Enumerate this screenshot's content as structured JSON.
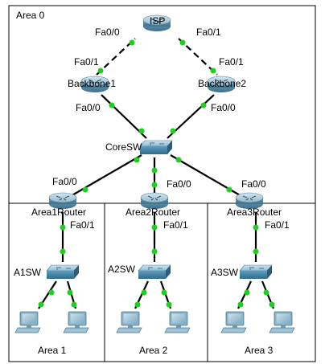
{
  "areas": {
    "area0": "Area 0",
    "area1": "Area 1",
    "area2": "Area 2",
    "area3": "Area 3"
  },
  "devices": {
    "isp": "ISP",
    "backbone1": "Backbone1",
    "backbone2": "Backbone2",
    "coresw": "CoreSW",
    "area1router": "Area1Router",
    "area2router": "Area2Router",
    "area3router": "Area3Router",
    "a1sw": "A1SW",
    "a2sw": "A2SW",
    "a3sw": "A3SW"
  },
  "ports": {
    "isp_left": "Fa0/0",
    "isp_right": "Fa0/1",
    "bb1_top": "Fa0/1",
    "bb1_bottom": "Fa0/0",
    "bb2_top": "Fa0/1",
    "bb2_bottom": "Fa0/0",
    "a1r_top": "Fa0/0",
    "a2r_top": "Fa0/0",
    "a3r_top": "Fa0/0",
    "a1r_bottom": "Fa0/1",
    "a2r_bottom": "Fa0/1",
    "a3r_bottom": "Fa0/1"
  },
  "colors": {
    "link_up": "#22cc22",
    "router_body": "#5f8fa8",
    "switch_body": "#5a9ab8",
    "pc_screen": "#7fa9c0"
  }
}
